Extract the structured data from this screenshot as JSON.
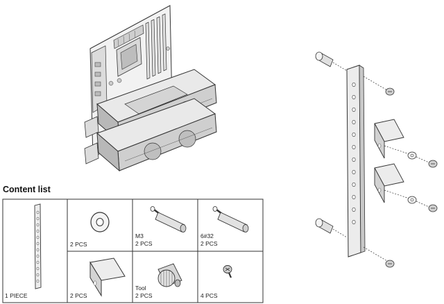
{
  "content_list": {
    "heading": "Content list",
    "items": [
      {
        "id": "bracket",
        "lines": [
          "1 PIECE"
        ],
        "icon": "vertical-bracket-icon"
      },
      {
        "id": "washer",
        "lines": [
          "2 PCS"
        ],
        "icon": "washer-icon"
      },
      {
        "id": "standoff-m3",
        "lines": [
          "M3",
          "2 PCS"
        ],
        "icon": "standoff-icon"
      },
      {
        "id": "standoff-632",
        "lines": [
          "6#32",
          "2 PCS"
        ],
        "icon": "standoff-icon"
      },
      {
        "id": "l-bracket",
        "lines": [
          "2 PCS"
        ],
        "icon": "l-bracket-icon"
      },
      {
        "id": "tool",
        "lines": [
          "Tool",
          "2 PCS"
        ],
        "icon": "tool-icon"
      },
      {
        "id": "screw",
        "lines": [
          "4 PCS"
        ],
        "icon": "screw-icon"
      }
    ]
  },
  "colors": {
    "line": "#333333",
    "fill_light": "#e6e6e6",
    "fill_mid": "#c9c9c9",
    "fill_dark": "#8a8a8a"
  }
}
